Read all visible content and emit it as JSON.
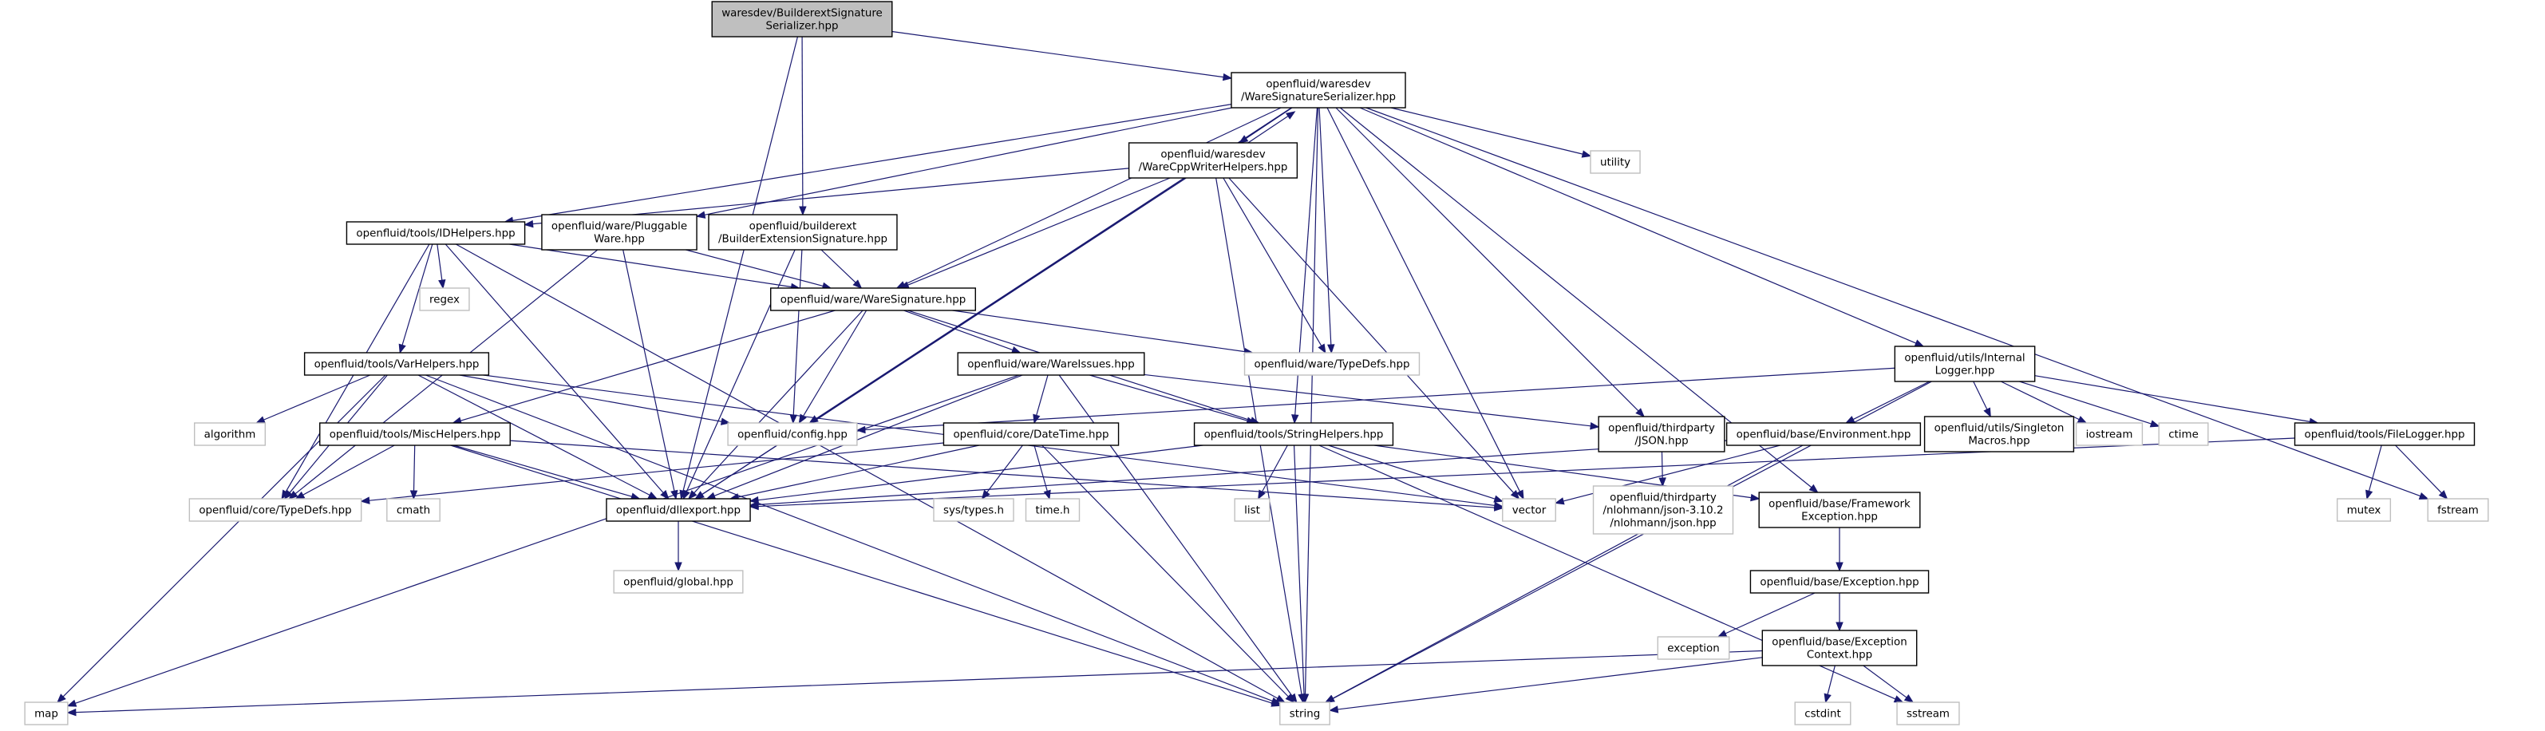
{
  "diagram": {
    "colors": {
      "edge": "#191970",
      "root_fill": "#bfbfbf",
      "external_border": "#bfbfbf",
      "node_border": "#000000"
    },
    "nodes": [
      {
        "id": "root",
        "lines": [
          "waresdev/BuilderextSignature",
          "Serializer.hpp"
        ],
        "style": "root"
      },
      {
        "id": "wss",
        "lines": [
          "openfluid/waresdev",
          "/WareSignatureSerializer.hpp"
        ],
        "style": "normal"
      },
      {
        "id": "wcpp",
        "lines": [
          "openfluid/waresdev",
          "/WareCppWriterHelpers.hpp"
        ],
        "style": "normal"
      },
      {
        "id": "utility",
        "lines": [
          "utility"
        ],
        "style": "external"
      },
      {
        "id": "idh",
        "lines": [
          "openfluid/tools/IDHelpers.hpp"
        ],
        "style": "normal"
      },
      {
        "id": "pw",
        "lines": [
          "openfluid/ware/Pluggable",
          "Ware.hpp"
        ],
        "style": "normal"
      },
      {
        "id": "bes",
        "lines": [
          "openfluid/builderext",
          "/BuilderExtensionSignature.hpp"
        ],
        "style": "normal"
      },
      {
        "id": "regex",
        "lines": [
          "regex"
        ],
        "style": "external"
      },
      {
        "id": "wsig",
        "lines": [
          "openfluid/ware/WareSignature.hpp"
        ],
        "style": "normal"
      },
      {
        "id": "typedefs_ware",
        "lines": [
          "openfluid/ware/TypeDefs.hpp"
        ],
        "style": "external"
      },
      {
        "id": "varh",
        "lines": [
          "openfluid/tools/VarHelpers.hpp"
        ],
        "style": "normal"
      },
      {
        "id": "wissues",
        "lines": [
          "openfluid/ware/WareIssues.hpp"
        ],
        "style": "normal"
      },
      {
        "id": "ilog",
        "lines": [
          "openfluid/utils/Internal",
          "Logger.hpp"
        ],
        "style": "normal"
      },
      {
        "id": "algorithm",
        "lines": [
          "algorithm"
        ],
        "style": "external"
      },
      {
        "id": "config",
        "lines": [
          "openfluid/config.hpp"
        ],
        "style": "external"
      },
      {
        "id": "misch",
        "lines": [
          "openfluid/tools/MiscHelpers.hpp"
        ],
        "style": "normal"
      },
      {
        "id": "datetime",
        "lines": [
          "openfluid/core/DateTime.hpp"
        ],
        "style": "normal"
      },
      {
        "id": "strh",
        "lines": [
          "openfluid/tools/StringHelpers.hpp"
        ],
        "style": "normal"
      },
      {
        "id": "json",
        "lines": [
          "openfluid/thirdparty",
          "/JSON.hpp"
        ],
        "style": "normal"
      },
      {
        "id": "env",
        "lines": [
          "openfluid/base/Environment.hpp"
        ],
        "style": "normal"
      },
      {
        "id": "singleton",
        "lines": [
          "openfluid/utils/Singleton",
          "Macros.hpp"
        ],
        "style": "normal"
      },
      {
        "id": "iostream",
        "lines": [
          "iostream"
        ],
        "style": "external"
      },
      {
        "id": "ctime",
        "lines": [
          "ctime"
        ],
        "style": "external"
      },
      {
        "id": "filelogger",
        "lines": [
          "openfluid/tools/FileLogger.hpp"
        ],
        "style": "normal"
      },
      {
        "id": "core_typedefs",
        "lines": [
          "openfluid/core/TypeDefs.hpp"
        ],
        "style": "external"
      },
      {
        "id": "cmath",
        "lines": [
          "cmath"
        ],
        "style": "external"
      },
      {
        "id": "dllexport",
        "lines": [
          "openfluid/dllexport.hpp"
        ],
        "style": "normal"
      },
      {
        "id": "systypes",
        "lines": [
          "sys/types.h"
        ],
        "style": "external"
      },
      {
        "id": "timeh",
        "lines": [
          "time.h"
        ],
        "style": "external"
      },
      {
        "id": "list",
        "lines": [
          "list"
        ],
        "style": "external"
      },
      {
        "id": "vector",
        "lines": [
          "vector"
        ],
        "style": "external"
      },
      {
        "id": "nlohmann",
        "lines": [
          "openfluid/thirdparty",
          "/nlohmann/json-3.10.2",
          "/nlohmann/json.hpp"
        ],
        "style": "external"
      },
      {
        "id": "fwexc",
        "lines": [
          "openfluid/base/Framework",
          "Exception.hpp"
        ],
        "style": "normal"
      },
      {
        "id": "mutex",
        "lines": [
          "mutex"
        ],
        "style": "external"
      },
      {
        "id": "fstream",
        "lines": [
          "fstream"
        ],
        "style": "external"
      },
      {
        "id": "global",
        "lines": [
          "openfluid/global.hpp"
        ],
        "style": "external"
      },
      {
        "id": "exc",
        "lines": [
          "openfluid/base/Exception.hpp"
        ],
        "style": "normal"
      },
      {
        "id": "exception",
        "lines": [
          "exception"
        ],
        "style": "external"
      },
      {
        "id": "exctx",
        "lines": [
          "openfluid/base/Exception",
          "Context.hpp"
        ],
        "style": "normal"
      },
      {
        "id": "map",
        "lines": [
          "map"
        ],
        "style": "external"
      },
      {
        "id": "string",
        "lines": [
          "string"
        ],
        "style": "external"
      },
      {
        "id": "cstdint",
        "lines": [
          "cstdint"
        ],
        "style": "external"
      },
      {
        "id": "sstream",
        "lines": [
          "sstream"
        ],
        "style": "external"
      }
    ],
    "edges": [
      [
        "root",
        "wss"
      ],
      [
        "root",
        "bes"
      ],
      [
        "root",
        "dllexport"
      ],
      [
        "wss",
        "wcpp"
      ],
      [
        "wss",
        "utility"
      ],
      [
        "wss",
        "idh"
      ],
      [
        "wss",
        "pw"
      ],
      [
        "wss",
        "wsig"
      ],
      [
        "wss",
        "typedefs_ware"
      ],
      [
        "wss",
        "ilog"
      ],
      [
        "wss",
        "config"
      ],
      [
        "wss",
        "strh"
      ],
      [
        "wss",
        "json"
      ],
      [
        "wss",
        "vector"
      ],
      [
        "wss",
        "fwexc"
      ],
      [
        "wss",
        "fstream"
      ],
      [
        "wss",
        "string"
      ],
      [
        "wss",
        "dllexport"
      ],
      [
        "wcpp",
        "wss"
      ],
      [
        "wcpp",
        "idh"
      ],
      [
        "wcpp",
        "wsig"
      ],
      [
        "wcpp",
        "typedefs_ware"
      ],
      [
        "wcpp",
        "dllexport"
      ],
      [
        "wcpp",
        "vector"
      ],
      [
        "wcpp",
        "string"
      ],
      [
        "idh",
        "regex"
      ],
      [
        "idh",
        "wsig"
      ],
      [
        "idh",
        "varh"
      ],
      [
        "idh",
        "dllexport"
      ],
      [
        "idh",
        "core_typedefs"
      ],
      [
        "idh",
        "string"
      ],
      [
        "pw",
        "wsig"
      ],
      [
        "pw",
        "dllexport"
      ],
      [
        "pw",
        "core_typedefs"
      ],
      [
        "bes",
        "wsig"
      ],
      [
        "bes",
        "config"
      ],
      [
        "bes",
        "dllexport"
      ],
      [
        "wsig",
        "typedefs_ware"
      ],
      [
        "wsig",
        "wissues"
      ],
      [
        "wsig",
        "misch"
      ],
      [
        "wsig",
        "strh"
      ],
      [
        "wsig",
        "config"
      ],
      [
        "wsig",
        "dllexport"
      ],
      [
        "varh",
        "algorithm"
      ],
      [
        "varh",
        "config"
      ],
      [
        "varh",
        "dllexport"
      ],
      [
        "varh",
        "core_typedefs"
      ],
      [
        "varh",
        "map"
      ],
      [
        "varh",
        "vector"
      ],
      [
        "varh",
        "string"
      ],
      [
        "wissues",
        "datetime"
      ],
      [
        "wissues",
        "strh"
      ],
      [
        "wissues",
        "json"
      ],
      [
        "wissues",
        "map"
      ],
      [
        "wissues",
        "dllexport"
      ],
      [
        "wissues",
        "string"
      ],
      [
        "ilog",
        "config"
      ],
      [
        "ilog",
        "env"
      ],
      [
        "ilog",
        "singleton"
      ],
      [
        "ilog",
        "iostream"
      ],
      [
        "ilog",
        "ctime"
      ],
      [
        "ilog",
        "filelogger"
      ],
      [
        "ilog",
        "string"
      ],
      [
        "misch",
        "core_typedefs"
      ],
      [
        "misch",
        "cmath"
      ],
      [
        "misch",
        "dllexport"
      ],
      [
        "misch",
        "vector"
      ],
      [
        "misch",
        "string"
      ],
      [
        "datetime",
        "systypes"
      ],
      [
        "datetime",
        "timeh"
      ],
      [
        "datetime",
        "dllexport"
      ],
      [
        "datetime",
        "core_typedefs"
      ],
      [
        "datetime",
        "string"
      ],
      [
        "strh",
        "list"
      ],
      [
        "strh",
        "vector"
      ],
      [
        "strh",
        "string"
      ],
      [
        "strh",
        "sstream"
      ],
      [
        "strh",
        "dllexport"
      ],
      [
        "strh",
        "fwexc"
      ],
      [
        "json",
        "nlohmann"
      ],
      [
        "env",
        "dllexport"
      ],
      [
        "env",
        "vector"
      ],
      [
        "env",
        "string"
      ],
      [
        "filelogger",
        "mutex"
      ],
      [
        "filelogger",
        "fstream"
      ],
      [
        "filelogger",
        "dllexport"
      ],
      [
        "dllexport",
        "global"
      ],
      [
        "fwexc",
        "exc"
      ],
      [
        "exc",
        "exception"
      ],
      [
        "exc",
        "exctx"
      ],
      [
        "exctx",
        "map"
      ],
      [
        "exctx",
        "string"
      ],
      [
        "exctx",
        "cstdint"
      ],
      [
        "exctx",
        "sstream"
      ]
    ]
  }
}
